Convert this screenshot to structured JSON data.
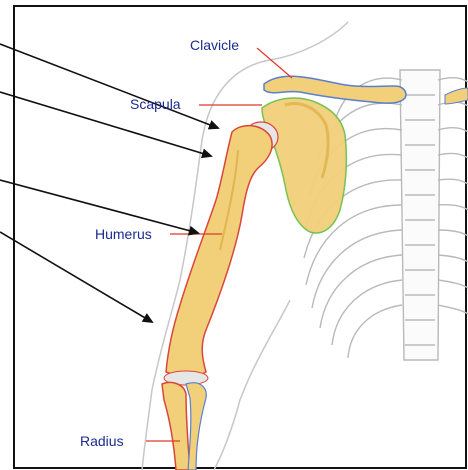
{
  "labels": {
    "clavicle": "Clavicle",
    "scapula": "Scapula",
    "humerus": "Humerus",
    "radius": "Radius"
  },
  "colors": {
    "label_text": "#1b2a8f",
    "leader_line": "#e0392b",
    "bone_fill": "#f2d07a",
    "bone_shade": "#d9a93c",
    "bone_outline_red": "#d9473a",
    "bone_outline_blue": "#5a7fcf",
    "scapula_outline": "#6fbf4a",
    "ribcage_stroke": "#b9b9b9",
    "body_outline": "#c7c7c7",
    "arrow": "#111111",
    "frame": "#111111"
  },
  "icons": [
    "arrowhead-icon"
  ]
}
